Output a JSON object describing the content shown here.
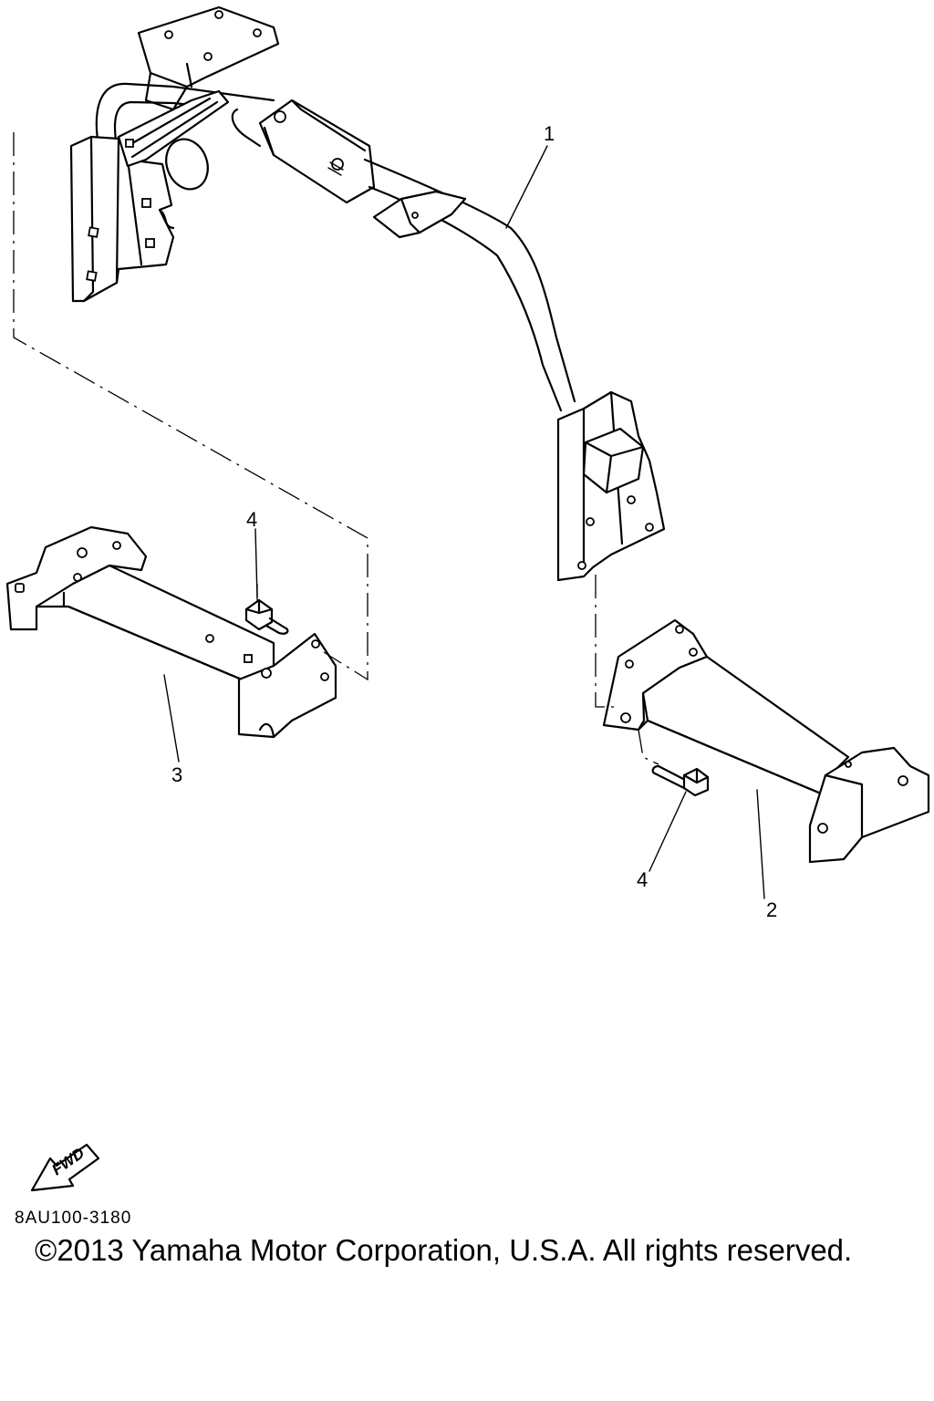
{
  "callouts": [
    {
      "label": "1"
    },
    {
      "label": "2"
    },
    {
      "label": "3"
    },
    {
      "label": "4"
    },
    {
      "label": "4"
    }
  ],
  "fwd_label": "FWD",
  "diagram_code": "8AU100-3180",
  "copyright": "©2013 Yamaha Motor Corporation, U.S.A. All rights reserved."
}
